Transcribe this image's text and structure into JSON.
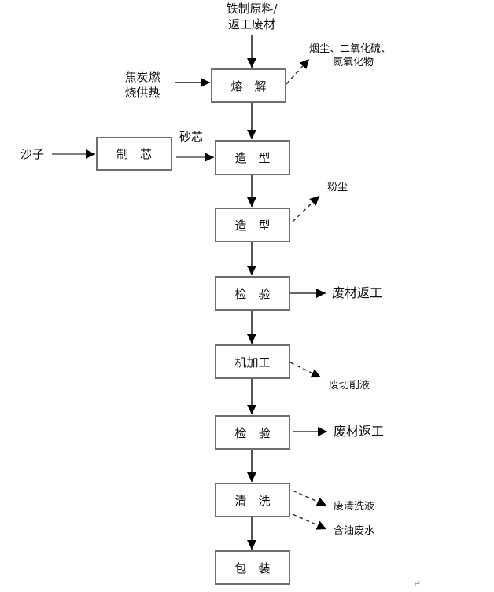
{
  "diagram": {
    "title": "",
    "process_steps": [
      {
        "id": "melt",
        "label": "熔　解"
      },
      {
        "id": "core_making",
        "label": "制　芯"
      },
      {
        "id": "molding1",
        "label": "造　型"
      },
      {
        "id": "molding2",
        "label": "造　型"
      },
      {
        "id": "inspect1",
        "label": "检　验"
      },
      {
        "id": "machining",
        "label": "机加工"
      },
      {
        "id": "inspect2",
        "label": "检　验"
      },
      {
        "id": "cleaning",
        "label": "清　洗"
      },
      {
        "id": "packaging",
        "label": "包　装"
      }
    ],
    "inputs": {
      "raw_material_line1": "铁制原料/",
      "raw_material_line2": "返工废材",
      "coke_line1": "焦炭燃",
      "coke_line2": "烧供热",
      "sand": "沙子",
      "sand_core": "砂芯"
    },
    "outputs": {
      "melt_emission_line1": "烟尘、二氧化硫、",
      "melt_emission_line2": "氮氧化物",
      "dust": "粉尘",
      "scrap_rework1": "废材返工",
      "waste_cutting_fluid": "废切削液",
      "scrap_rework2": "废材返工",
      "waste_cleaning_fluid": "废清洗液",
      "oily_wastewater": "含油废水"
    },
    "edges": [
      {
        "from": "raw_material",
        "to": "melt",
        "style": "solid"
      },
      {
        "from": "coke",
        "to": "melt",
        "style": "solid"
      },
      {
        "from": "melt",
        "to": "melt_emission",
        "style": "dashed"
      },
      {
        "from": "melt",
        "to": "molding1",
        "style": "solid"
      },
      {
        "from": "sand",
        "to": "core_making",
        "style": "solid"
      },
      {
        "from": "core_making",
        "to": "molding1",
        "style": "solid",
        "label": "砂芯"
      },
      {
        "from": "molding1",
        "to": "molding2",
        "style": "solid"
      },
      {
        "from": "molding2",
        "to": "dust",
        "style": "dashed"
      },
      {
        "from": "molding2",
        "to": "inspect1",
        "style": "solid"
      },
      {
        "from": "inspect1",
        "to": "scrap_rework1",
        "style": "solid"
      },
      {
        "from": "inspect1",
        "to": "machining",
        "style": "solid"
      },
      {
        "from": "machining",
        "to": "waste_cutting_fluid",
        "style": "dashed"
      },
      {
        "from": "machining",
        "to": "inspect2",
        "style": "solid"
      },
      {
        "from": "inspect2",
        "to": "scrap_rework2",
        "style": "solid"
      },
      {
        "from": "inspect2",
        "to": "cleaning",
        "style": "solid"
      },
      {
        "from": "cleaning",
        "to": "waste_cleaning_fluid",
        "style": "dashed"
      },
      {
        "from": "cleaning",
        "to": "oily_wastewater",
        "style": "dashed"
      },
      {
        "from": "cleaning",
        "to": "packaging",
        "style": "solid"
      }
    ],
    "paragraph_mark": "↵"
  }
}
